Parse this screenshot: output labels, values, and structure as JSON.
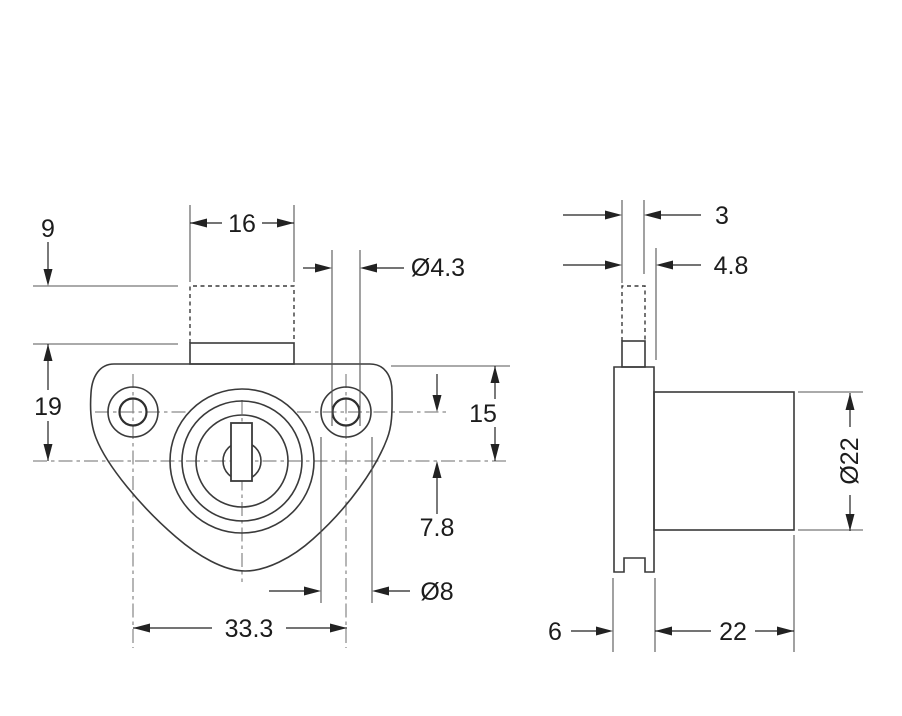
{
  "front_view": {
    "dim_cam_offset": "9",
    "dim_cam_width": "16",
    "dim_mount_hole_dia": "Ø4.3",
    "dim_top_to_center": "19",
    "dim_flange_top_to_center": "15",
    "dim_hole_to_center": "7.8",
    "dim_counterbore_dia": "Ø8",
    "dim_hole_spacing": "33.3"
  },
  "side_view": {
    "dim_cam_thickness": "3",
    "dim_tab_thickness": "4.8",
    "dim_body_dia": "Ø22",
    "dim_flange_thickness": "6",
    "dim_body_length": "22"
  }
}
